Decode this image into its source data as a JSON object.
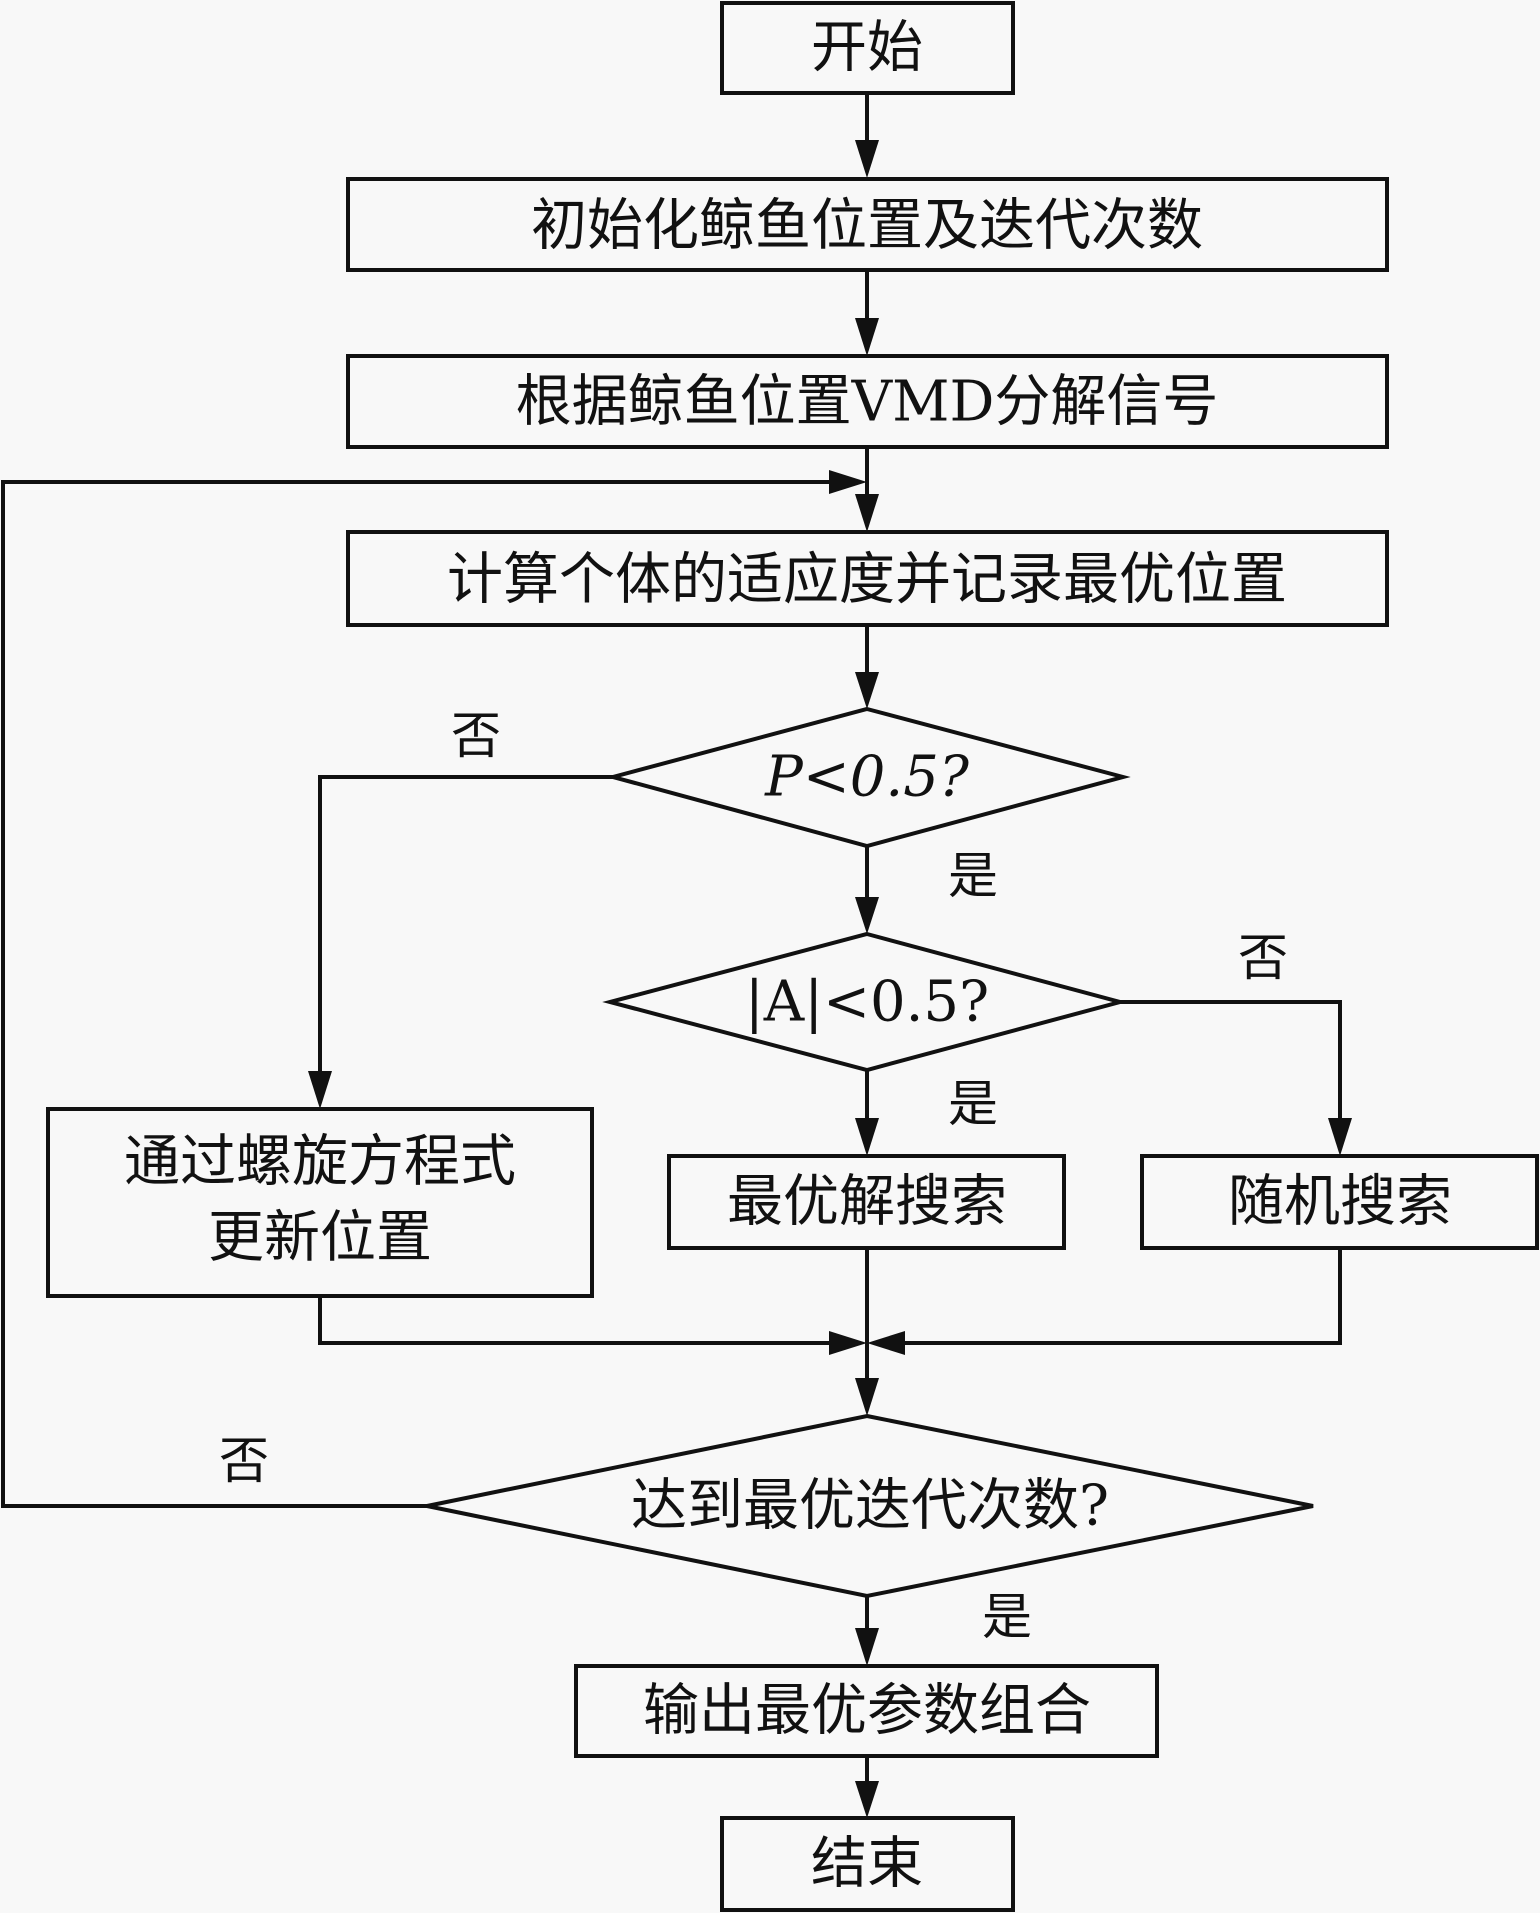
{
  "flowchart": {
    "nodes": {
      "start": "开始",
      "init": "初始化鲸鱼位置及迭代次数",
      "vmd": "根据鲸鱼位置VMD分解信号",
      "fitness": "计算个体的适应度并记录最优位置",
      "decision_p": "P<0.5?",
      "decision_a": "|A|<0.5?",
      "spiral_line1": "通过螺旋方程式",
      "spiral_line2": "更新位置",
      "best_search": "最优解搜索",
      "random_search": "随机搜索",
      "decision_iter": "达到最优迭代次数?",
      "output": "输出最优参数组合",
      "end": "结束"
    },
    "labels": {
      "p_no": "否",
      "p_yes": "是",
      "a_no": "否",
      "a_yes": "是",
      "iter_no": "否",
      "iter_yes": "是"
    }
  }
}
